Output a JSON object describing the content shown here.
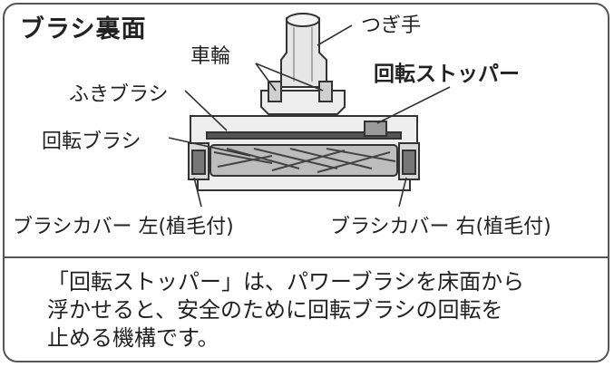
{
  "title": "ブラシ裏面",
  "labels": {
    "tsugite": "つぎ手",
    "sharin": "車輪",
    "kaiten_stopper": "回転ストッパー",
    "fuki_brush": "ふきブラシ",
    "kaiten_brush": "回転ブラシ",
    "cover_left": "ブラシカバー 左(植毛付)",
    "cover_right": "ブラシカバー 右(植毛付)"
  },
  "note": {
    "line1": "「回転ストッパー」は、パワーブラシを床面から",
    "line2": "浮かせると、安全のために回転ブラシの回転を",
    "line3": "止める機構です。"
  }
}
